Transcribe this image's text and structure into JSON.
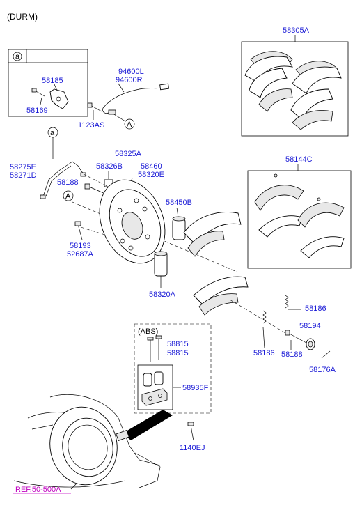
{
  "diagram": {
    "header": "(DURM)",
    "detail_a_letter": "a",
    "callout_letter_A": "A",
    "callout_letter_a": "a",
    "abs_label": "(ABS)",
    "ref_label": "REF.50-500A",
    "parts": {
      "p58305A": "58305A",
      "p58185": "58185",
      "p58169": "58169",
      "p94600L": "94600L",
      "p94600R": "94600R",
      "p1123AS": "1123AS",
      "p58144C": "58144C",
      "p58325A": "58325A",
      "p58326B": "58326B",
      "p58460": "58460",
      "p58320E": "58320E",
      "p58275E": "58275E",
      "p58271D": "58271D",
      "p58188a": "58188",
      "p58450B": "58450B",
      "p58193": "58193",
      "p52687A": "52687A",
      "p58320A": "58320A",
      "p58186a": "58186",
      "p58194": "58194",
      "p58186b": "58186",
      "p58188b": "58188",
      "p58176A": "58176A",
      "p58815a": "58815",
      "p58815b": "58815",
      "p58935F": "58935F",
      "p1140EJ": "1140EJ"
    }
  }
}
